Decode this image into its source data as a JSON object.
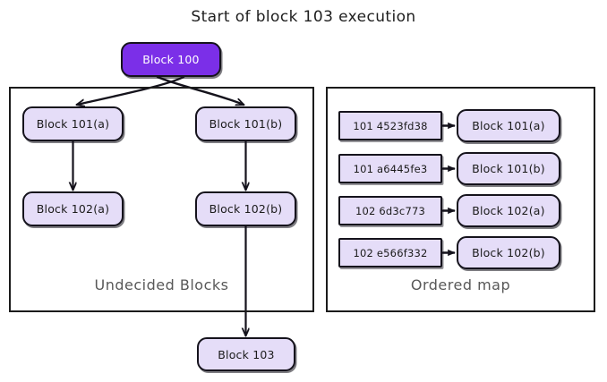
{
  "title": "Start of block 103 execution",
  "colors": {
    "accent_fill": "#7b2fe8",
    "node_fill": "#e5ddf8",
    "stroke": "#15131c",
    "panel_stroke": "#1b1b1b",
    "label_text": "#585858",
    "accent_text": "#ffffff",
    "node_text": "#1b1b1b",
    "background": "#ffffff"
  },
  "root_node": {
    "label": "Block 100"
  },
  "panels": {
    "undecided": {
      "label": "Undecided Blocks",
      "nodes": [
        {
          "label": "Block 101(a)"
        },
        {
          "label": "Block 101(b)"
        },
        {
          "label": "Block 102(a)"
        },
        {
          "label": "Block 102(b)"
        }
      ]
    },
    "ordered": {
      "label": "Ordered map",
      "entries": [
        {
          "key": "101 4523fd38",
          "value": "Block 101(a)"
        },
        {
          "key": "101 a6445fe3",
          "value": "Block 101(b)"
        },
        {
          "key": "102 6d3c773",
          "value": "Block 102(a)"
        },
        {
          "key": "102 e566f332",
          "value": "Block 102(b)"
        }
      ]
    }
  },
  "output_node": {
    "label": "Block 103"
  }
}
